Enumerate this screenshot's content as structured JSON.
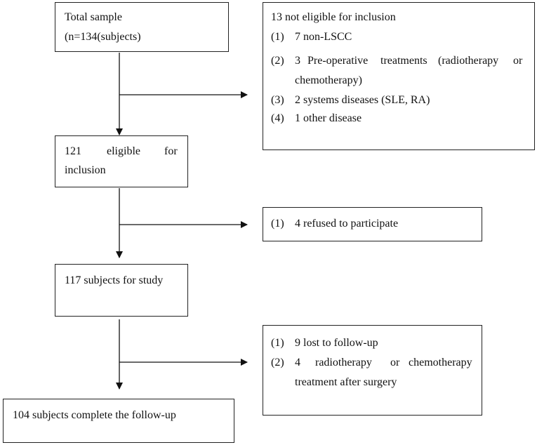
{
  "boxes": {
    "total": {
      "line1": "Total sample",
      "line2": "(n=134(subjects)"
    },
    "excluded": {
      "title": "13 not eligible for inclusion",
      "items": [
        {
          "num": "(1)",
          "text": "7 non-LSCC"
        },
        {
          "num": "(2)",
          "text_a1": "3",
          "text_a2": "Pre-operative",
          "text_a3": "treatments",
          "text_a4": "(radiotherapy",
          "text_a5": "or",
          "text_b": "chemotherapy)"
        },
        {
          "num": "(3)",
          "text": "2 systems diseases (SLE, RA)"
        },
        {
          "num": "(4)",
          "text": "1 other disease"
        }
      ]
    },
    "eligible": {
      "w1": "121",
      "w2": "eligible",
      "w3": "for",
      "line2": "inclusion"
    },
    "refused": {
      "num": "(1)",
      "text": "4 refused to participate"
    },
    "study": {
      "text": "117 subjects for study"
    },
    "lost": {
      "items": [
        {
          "num": "(1)",
          "text": "9 lost to follow-up"
        },
        {
          "num": "(2)",
          "text_a1": "4",
          "text_a2": "radiotherapy",
          "text_a3": "or",
          "text_a4": "chemotherapy",
          "text_b": "treatment after surgery"
        }
      ]
    },
    "complete": {
      "text": "104 subjects complete the follow-up"
    }
  }
}
